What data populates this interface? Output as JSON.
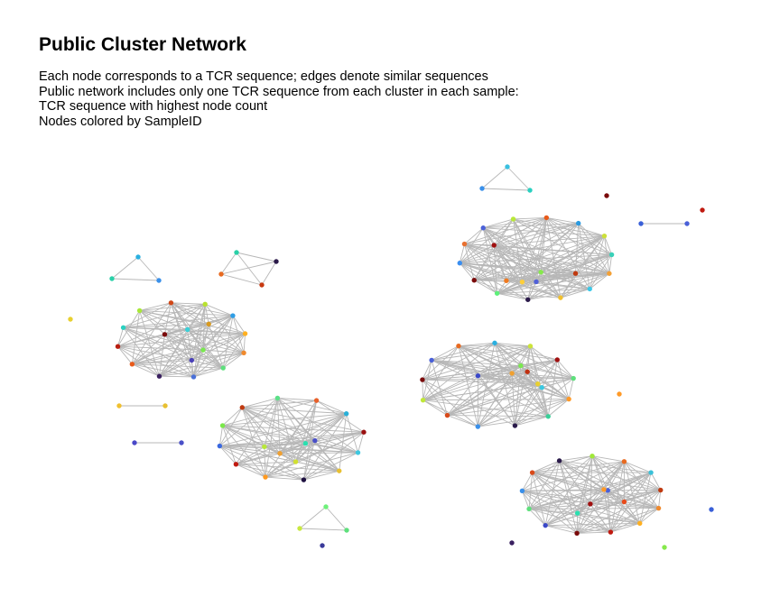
{
  "title": "Public Cluster Network",
  "subtitle_lines": [
    "Each node corresponds to a TCR sequence; edges denote similar sequences",
    "Public network includes only one TCR sequence from each cluster in each sample:",
    "TCR sequence with highest node count",
    "Nodes colored by SampleID"
  ],
  "style": {
    "edge_color": "#b7b7b7"
  },
  "network": {
    "clusters": [
      {
        "id": "c1",
        "colors": [
          "#f08a2e",
          "#5ee07c",
          "#4a70d8",
          "#3a2060",
          "#e85a1a",
          "#b81e10",
          "#2ad0c0",
          "#a8e838",
          "#d04818",
          "#b8e22e",
          "#2f9ee6",
          "#ffb020",
          "#3ad0d8",
          "#7a0a0a",
          "#4a40b8",
          "#d89a20",
          "#7ae850"
        ]
      },
      {
        "id": "c2",
        "colors": [
          "#f3a035",
          "#3ac8e8",
          "#f0c030",
          "#2b1a4a",
          "#5ef07a",
          "#7a0a0a",
          "#3a8ef0",
          "#e87030",
          "#4a60d8",
          "#b8e838",
          "#e85a1a",
          "#2a9ae0",
          "#cce03a",
          "#3ad0b8",
          "#c03a10",
          "#f07a20",
          "#86e94c",
          "#a01010",
          "#5060d8",
          "#ffcf3a"
        ]
      },
      {
        "id": "c3",
        "colors": [
          "#3ec8e0",
          "#e8c030",
          "#1e1040",
          "#ff9a20",
          "#c01a10",
          "#3a68e0",
          "#7ae84a",
          "#c03a10",
          "#5ce088",
          "#e8602a",
          "#2ab0d8",
          "#9a1010",
          "#d0e030",
          "#4a50c8",
          "#f0a030",
          "#b8e838",
          "#2ae0b0"
        ]
      },
      {
        "id": "c4",
        "colors": [
          "#ff9a28",
          "#38d098",
          "#2a1a4a",
          "#3a90ea",
          "#d84a1a",
          "#c0e838",
          "#7a0a0a",
          "#4a60d8",
          "#e86a20",
          "#2ab0e0",
          "#cce43a",
          "#a01010",
          "#5ee07c",
          "#3a48c8",
          "#f0a030",
          "#c03010",
          "#7ae850",
          "#3ac8e0",
          "#e8d030"
        ]
      },
      {
        "id": "c5",
        "colors": [
          "#f08a2e",
          "#ffb020",
          "#c01a10",
          "#7a0a0a",
          "#3a48c8",
          "#5ee07c",
          "#3a90ea",
          "#d84a1a",
          "#2a1a4a",
          "#a0e838",
          "#e86a20",
          "#3ac0d8",
          "#c03a10",
          "#4a60d8",
          "#a01010",
          "#ff9a28",
          "#2ae0b0",
          "#e84a1a"
        ]
      }
    ],
    "small_components": [
      {
        "id": "tri-1",
        "colors": [
          "#2ab0e0",
          "#2ad0a8",
          "#3a90ea"
        ]
      },
      {
        "id": "tri-2",
        "colors": [
          "#3ac0e0",
          "#3a90ea",
          "#2ad0c0"
        ]
      },
      {
        "id": "quad-1",
        "colors": [
          "#2ad0a8",
          "#2b1a4a",
          "#e86a20",
          "#c83a10"
        ]
      },
      {
        "id": "tri-3",
        "colors": [
          "#6ef07a",
          "#c8e840",
          "#5ee07c"
        ]
      },
      {
        "id": "pair-1",
        "colors": [
          "#3a60d8",
          "#4a60d8"
        ]
      },
      {
        "id": "pair-2",
        "colors": [
          "#f0c030",
          "#e8c030"
        ]
      },
      {
        "id": "pair-3",
        "colors": [
          "#4a48c8",
          "#4a50c8"
        ]
      }
    ],
    "isolated": [
      {
        "id": "iso-1",
        "color": "#7a0a0a"
      },
      {
        "id": "iso-2",
        "color": "#c01a10"
      },
      {
        "id": "iso-3",
        "color": "#e8d030"
      },
      {
        "id": "iso-4",
        "color": "#ff9a28"
      },
      {
        "id": "iso-5",
        "color": "#3a60d8"
      },
      {
        "id": "iso-6",
        "color": "#3a2060"
      },
      {
        "id": "iso-7",
        "color": "#86e94c"
      },
      {
        "id": "iso-8",
        "color": "#3a3a9a"
      }
    ]
  }
}
